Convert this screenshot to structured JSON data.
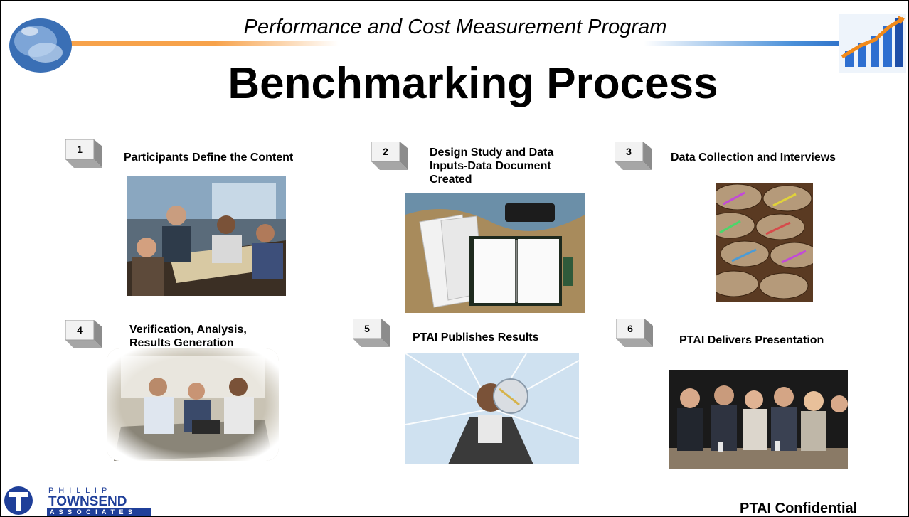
{
  "header": {
    "program_title": "Performance and Cost Measurement Program",
    "main_title": "Benchmarking  Process"
  },
  "steps": [
    {
      "number": "1",
      "label": "Participants Define the Content"
    },
    {
      "number": "2",
      "label": "Design Study and Data Inputs-Data Document Created"
    },
    {
      "number": "3",
      "label": "Data Collection and Interviews"
    },
    {
      "number": "4",
      "label": "Verification, Analysis, Results Generation"
    },
    {
      "number": "5",
      "label": "PTAI Publishes Results"
    },
    {
      "number": "6",
      "label": "PTAI Delivers Presentation"
    }
  ],
  "footer": {
    "logo_top": "P H I L L I P",
    "logo_main": "TOWNSEND",
    "logo_sub": "A S S O C I A T E S",
    "confidential": "PTAI Confidential"
  },
  "colors": {
    "accent_orange": "#f7a24a",
    "accent_blue": "#1f5fbf",
    "step_box_face": "#f2f2f2",
    "step_box_shadow": "#8c8c8c",
    "logo_blue": "#1f3f99"
  },
  "icons": [
    "globe-logo",
    "growth-chart-logo",
    "townsend-logo"
  ]
}
